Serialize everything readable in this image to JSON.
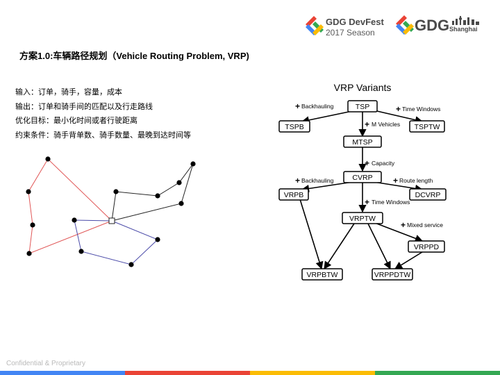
{
  "logos": {
    "devfest_title": "GDG DevFest",
    "devfest_subtitle": "2017 Season",
    "gdg_mark": "GDG",
    "gdg_city": "Shanghai"
  },
  "slide": {
    "title": "方案1.0:车辆路径规划（Vehicle Routing Problem, VRP)",
    "bullets": [
      "输入：订单，骑手，容量，成本",
      "输出：订单和骑手间的匹配以及行走路线",
      "优化目标：最小化时间或者行驶距离",
      "约束条件：骑手背单数、骑手数量、最晚到达时间等"
    ]
  },
  "diagram": {
    "title": "VRP Variants",
    "nodes": {
      "tsp": "TSP",
      "tspb": "TSPB",
      "tsptw": "TSPTW",
      "mtsp": "MTSP",
      "cvrp": "CVRP",
      "vrpb": "VRPB",
      "dcvrp": "DCVRP",
      "vrptw": "VRPTW",
      "vrppd": "VRPPD",
      "vrpbtw": "VRPBTW",
      "vrppdtw": "VRPPDTW"
    },
    "edge_labels": {
      "backhauling_1": "Backhauling",
      "time_windows_1": "Time Windows",
      "m_vehicles": "M Vehicles",
      "capacity": "Capacity",
      "backhauling_2": "Backhauling",
      "route_length": "Route length",
      "time_windows_2": "Time Windows",
      "mixed_service": "Mixed service"
    }
  },
  "footer": {
    "text": "Confidential & Proprietary"
  },
  "colors": {
    "route_red": "#e05555",
    "route_blue": "#4a4aa8",
    "route_black": "#222222",
    "google_blue": "#4285f4",
    "google_red": "#ea4335",
    "google_yellow": "#fbbc05",
    "google_green": "#34a853"
  }
}
